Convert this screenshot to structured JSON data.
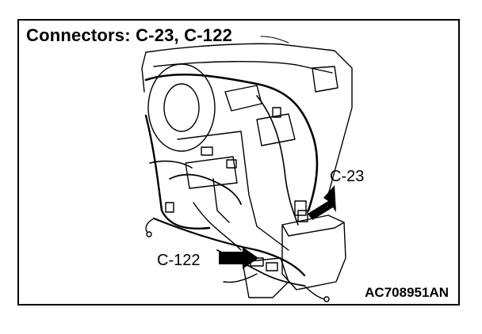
{
  "figure": {
    "title": "Connectors: C-23, C-122",
    "callouts": {
      "c23": "C-23",
      "c122": "C-122"
    },
    "code": "AC708951AN"
  },
  "colors": {
    "line": "#000000",
    "background": "#ffffff"
  }
}
